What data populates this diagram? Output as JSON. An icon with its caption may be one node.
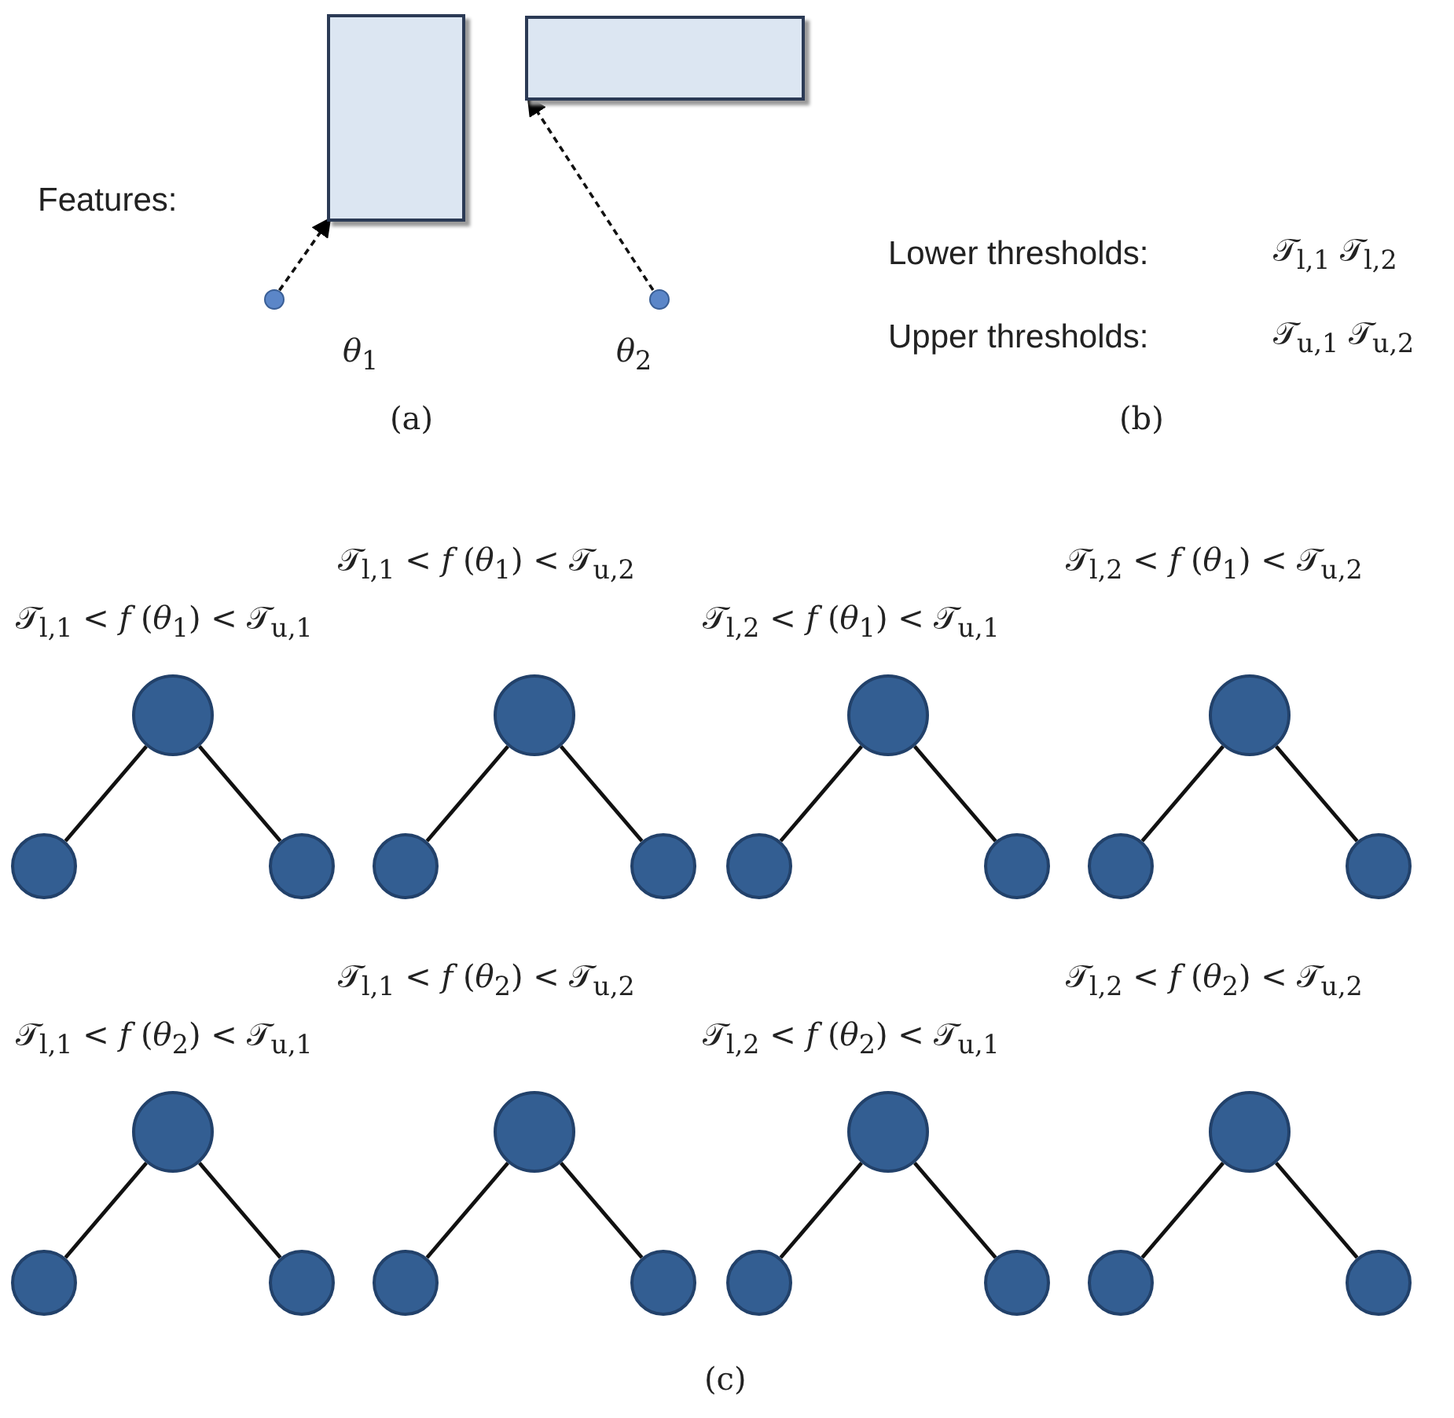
{
  "diagram": {
    "nodes": [
      {
        "text": [],
        "shape": "box"
      },
      {
        "text": [],
        "shape": "box"
      },
      {
        "text": [],
        "shape": "circle",
        "beside": [
          "*θ*$_{1}$"
        ]
      },
      {
        "text": [],
        "shape": "circle",
        "beside": [
          "*θ*$_{2}$"
        ]
      },
      {
        "text": [],
        "shape": "circle"
      },
      {
        "text": [],
        "shape": "circle"
      },
      {
        "text": [],
        "shape": "circle"
      },
      {
        "text": [],
        "shape": "circle"
      },
      {
        "text": [],
        "shape": "circle"
      },
      {
        "text": [],
        "shape": "circle"
      },
      {
        "text": [],
        "shape": "circle"
      },
      {
        "text": [],
        "shape": "circle"
      },
      {
        "text": [],
        "shape": "circle"
      },
      {
        "text": [],
        "shape": "circle"
      },
      {
        "text": [],
        "shape": "circle"
      },
      {
        "text": [],
        "shape": "circle"
      },
      {
        "text": [],
        "shape": "circle"
      },
      {
        "text": [],
        "shape": "circle"
      },
      {
        "text": [],
        "shape": "circle"
      },
      {
        "text": [],
        "shape": "circle"
      },
      {
        "text": [],
        "shape": "circle"
      },
      {
        "text": [],
        "shape": "circle"
      },
      {
        "text": [],
        "shape": "circle"
      },
      {
        "text": [],
        "shape": "circle"
      },
      {
        "text": [],
        "shape": "circle"
      },
      {
        "text": [],
        "shape": "circle"
      },
      {
        "text": [],
        "shape": "circle"
      },
      {
        "text": [],
        "shape": "circle"
      }
    ],
    "edges": [
      {
        "from": 2,
        "to": 0,
        "arrow": "to",
        "style": "dashed"
      },
      {
        "from": 3,
        "to": 1,
        "arrow": "to",
        "style": "dashed"
      },
      {
        "from": 4,
        "to": 5,
        "arrow": "none"
      },
      {
        "from": 4,
        "to": 6,
        "arrow": "none"
      },
      {
        "from": 7,
        "to": 8,
        "arrow": "none"
      },
      {
        "from": 7,
        "to": 9,
        "arrow": "none"
      },
      {
        "from": 10,
        "to": 11,
        "arrow": "none"
      },
      {
        "from": 10,
        "to": 12,
        "arrow": "none"
      },
      {
        "from": 13,
        "to": 14,
        "arrow": "none"
      },
      {
        "from": 13,
        "to": 15,
        "arrow": "none"
      },
      {
        "from": 16,
        "to": 17,
        "arrow": "none"
      },
      {
        "from": 16,
        "to": 18,
        "arrow": "none"
      },
      {
        "from": 19,
        "to": 20,
        "arrow": "none"
      },
      {
        "from": 19,
        "to": 21,
        "arrow": "none"
      },
      {
        "from": 22,
        "to": 23,
        "arrow": "none"
      },
      {
        "from": 22,
        "to": 24,
        "arrow": "none"
      },
      {
        "from": 25,
        "to": 26,
        "arrow": "none"
      },
      {
        "from": 25,
        "to": 27,
        "arrow": "none"
      }
    ],
    "labels": [
      "Features:",
      "Lower thresholds:",
      "𝒯$_{l,1}$ 𝒯$_{l,2}$",
      "Upper thresholds:",
      "𝒯$_{u,1}$ 𝒯$_{u,2}$",
      "(a)",
      "(b)",
      "𝒯$_{l,1}$ < *f* (*θ*$_{1}$) < 𝒯$_{u,2}$",
      "𝒯$_{l,2}$ < *f* (*θ*$_{1}$) < 𝒯$_{u,2}$",
      "𝒯$_{l,1}$ < *f* (*θ*$_{1}$) < 𝒯$_{u,1}$",
      "𝒯$_{l,2}$ < *f* (*θ*$_{1}$) < 𝒯$_{u,1}$",
      "𝒯$_{l,1}$ < *f* (*θ*$_{2}$) < 𝒯$_{u,2}$",
      "𝒯$_{l,2}$ < *f* (*θ*$_{2}$) < 𝒯$_{u,2}$",
      "𝒯$_{l,1}$ < *f* (*θ*$_{2}$) < 𝒯$_{u,1}$",
      "𝒯$_{l,2}$ < *f* (*θ*$_{2}$) < 𝒯$_{u,1}$",
      "(c)"
    ]
  }
}
